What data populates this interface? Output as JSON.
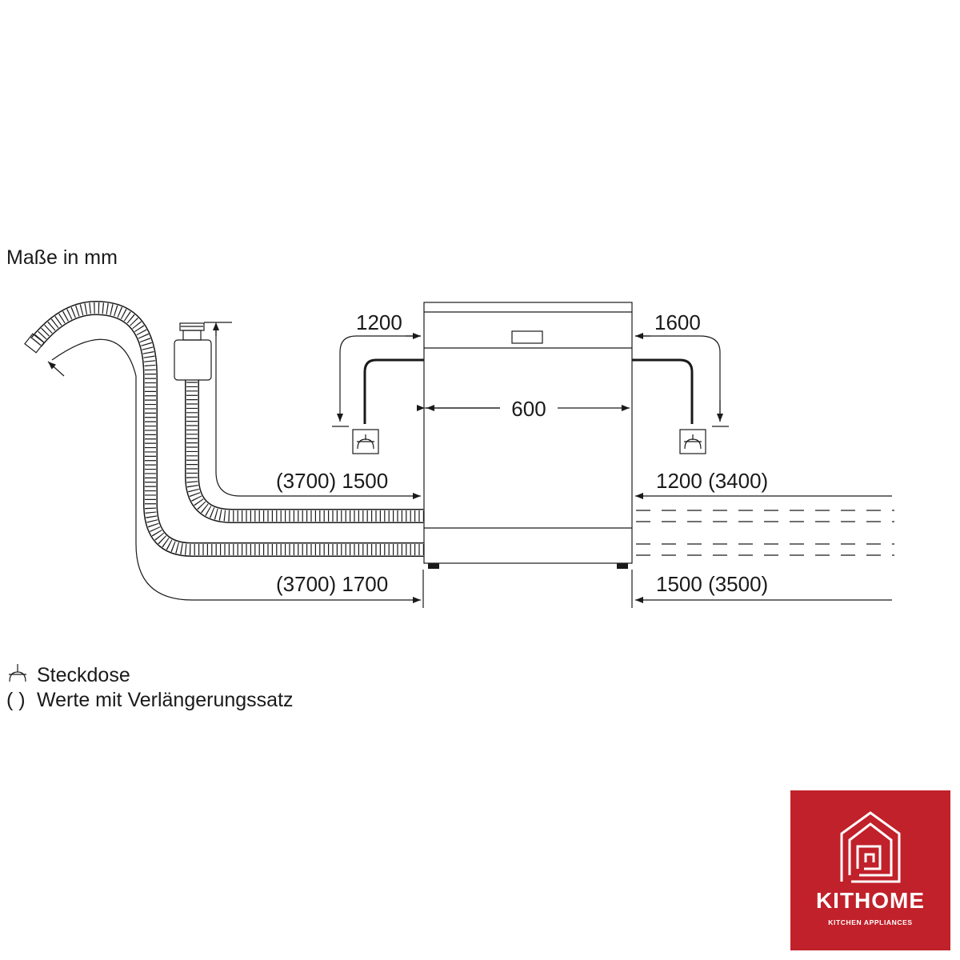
{
  "header": {
    "units_note": "Maße in mm"
  },
  "dimensions": {
    "width": "600",
    "cable_left": "1200",
    "cable_right": "1600",
    "hose_left_upper": "(3700) 1500",
    "hose_left_lower": "(3700) 1700",
    "hose_right_upper": "1200 (3400)",
    "hose_right_lower": "1500 (3500)"
  },
  "legend": {
    "socket_symbol": "⼈",
    "socket_label": "Steckdose",
    "paren_symbol": "( )",
    "paren_label": "Werte mit Verlängerungssatz"
  },
  "logo": {
    "brand": "KITHOME",
    "tagline": "KITCHEN APPLIANCES",
    "background_color": "#c1212a",
    "icon": "house-logo-icon"
  }
}
